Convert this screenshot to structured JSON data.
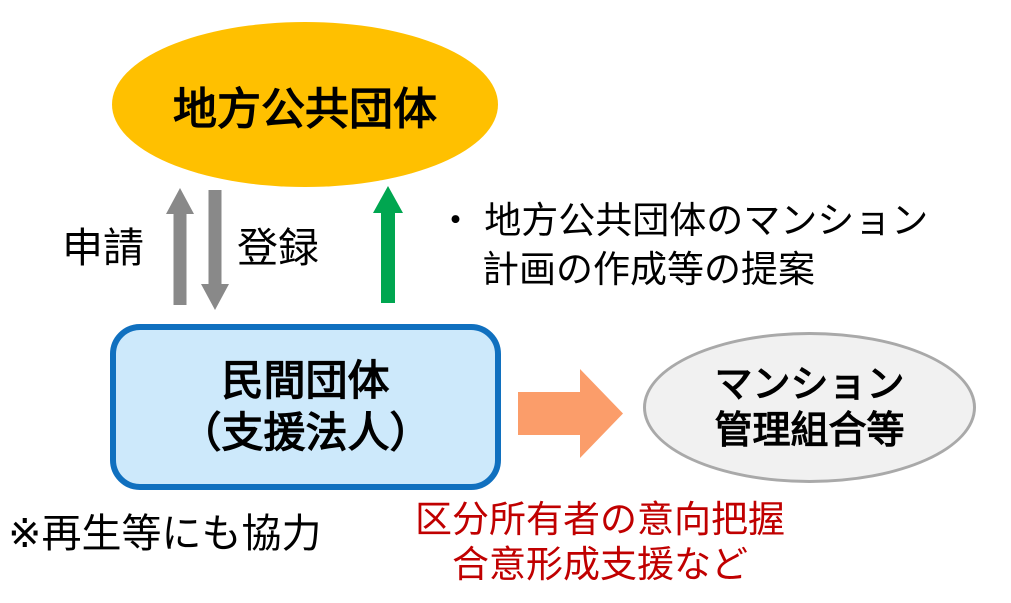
{
  "diagram": {
    "nodes": {
      "local_government": {
        "label": "地方公共団体",
        "fill": "#FFC000"
      },
      "private_org": {
        "label_line1": "民間団体",
        "label_line2": "（支援法人）",
        "fill": "#CDE9FB",
        "border": "#1070BF"
      },
      "management_assoc": {
        "label_line1": "マンション",
        "label_line2": "管理組合等",
        "fill": "#F1F1F1",
        "border": "#A9A9A9"
      }
    },
    "arrows": {
      "application": {
        "label": "申請",
        "direction": "up",
        "color": "#898989"
      },
      "registration": {
        "label": "登録",
        "direction": "down",
        "color": "#898989"
      },
      "proposal": {
        "direction": "up",
        "color": "#00A650"
      },
      "support": {
        "direction": "right",
        "color": "#FB9D6A"
      }
    },
    "annotations": {
      "proposal_note_line1": "・ 地方公共団体のマンション",
      "proposal_note_line2": "計画の作成等の提案",
      "regeneration_note": "※再生等にも協力",
      "support_note_line1": "区分所有者の意向把握",
      "support_note_line2": "合意形成支援など",
      "support_note_color": "#C00000",
      "text_color": "#000000"
    }
  }
}
